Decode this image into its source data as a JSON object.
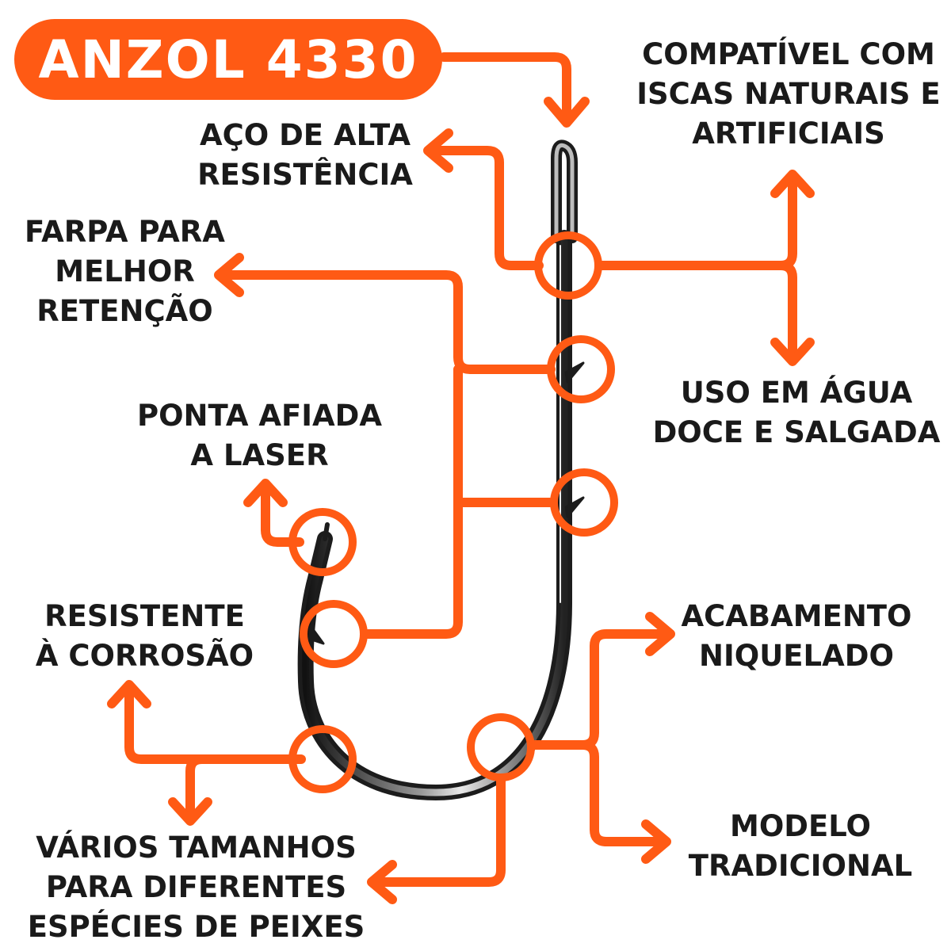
{
  "title": "ANZOL 4330",
  "colors": {
    "accent": "#FF5A14",
    "text": "#1a1a1a",
    "hook": "#2a2a2a"
  },
  "labels": {
    "steel": [
      "AÇO DE ALTA",
      "RESISTÊNCIA"
    ],
    "barb": [
      "FARPA PARA",
      "MELHOR",
      "RETENÇÃO"
    ],
    "point": [
      "PONTA AFIADA",
      "A LASER"
    ],
    "corrosion": [
      "RESISTENTE",
      "À CORROSÃO"
    ],
    "sizes": [
      "VÁRIOS TAMANHOS",
      "PARA DIFERENTES",
      "ESPÉCIES DE PEIXES"
    ],
    "baits": [
      "COMPATÍVEL COM",
      "ISCAS NATURAIS E",
      "ARTIFICIAIS"
    ],
    "water": [
      "USO EM ÁGUA",
      "DOCE E SALGADA"
    ],
    "finish": [
      "ACABAMENTO",
      "NIQUELADO"
    ],
    "model": [
      "MODELO",
      "TRADICIONAL"
    ]
  }
}
